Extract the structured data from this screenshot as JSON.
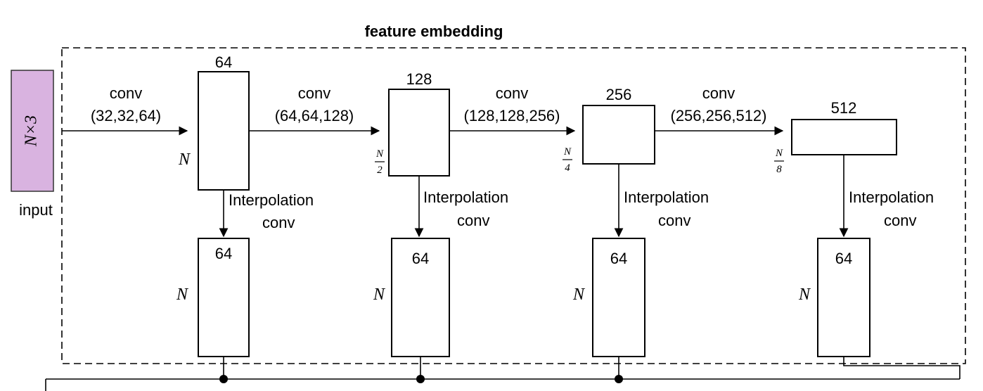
{
  "diagram": {
    "title": "feature embedding",
    "input": {
      "label": "N×3",
      "caption": "input",
      "fill": "#d9b3e0"
    },
    "encoder": [
      {
        "conv_label": "conv",
        "conv_params": "(32,32,64)",
        "channels": "64",
        "rows": "N"
      },
      {
        "conv_label": "conv",
        "conv_params": "(64,64,128)",
        "channels": "128",
        "rows_num": "N",
        "rows_den": "2"
      },
      {
        "conv_label": "conv",
        "conv_params": "(128,128,256)",
        "channels": "256",
        "rows_num": "N",
        "rows_den": "4"
      },
      {
        "conv_label": "conv",
        "conv_params": "(256,256,512)",
        "channels": "512",
        "rows_num": "N",
        "rows_den": "8"
      }
    ],
    "branch_label_1": "Interpolation",
    "branch_label_2": "conv",
    "decoder": [
      {
        "channels": "64",
        "rows": "N"
      },
      {
        "channels": "64",
        "rows": "N"
      },
      {
        "channels": "64",
        "rows": "N"
      },
      {
        "channels": "64",
        "rows": "N"
      }
    ]
  }
}
